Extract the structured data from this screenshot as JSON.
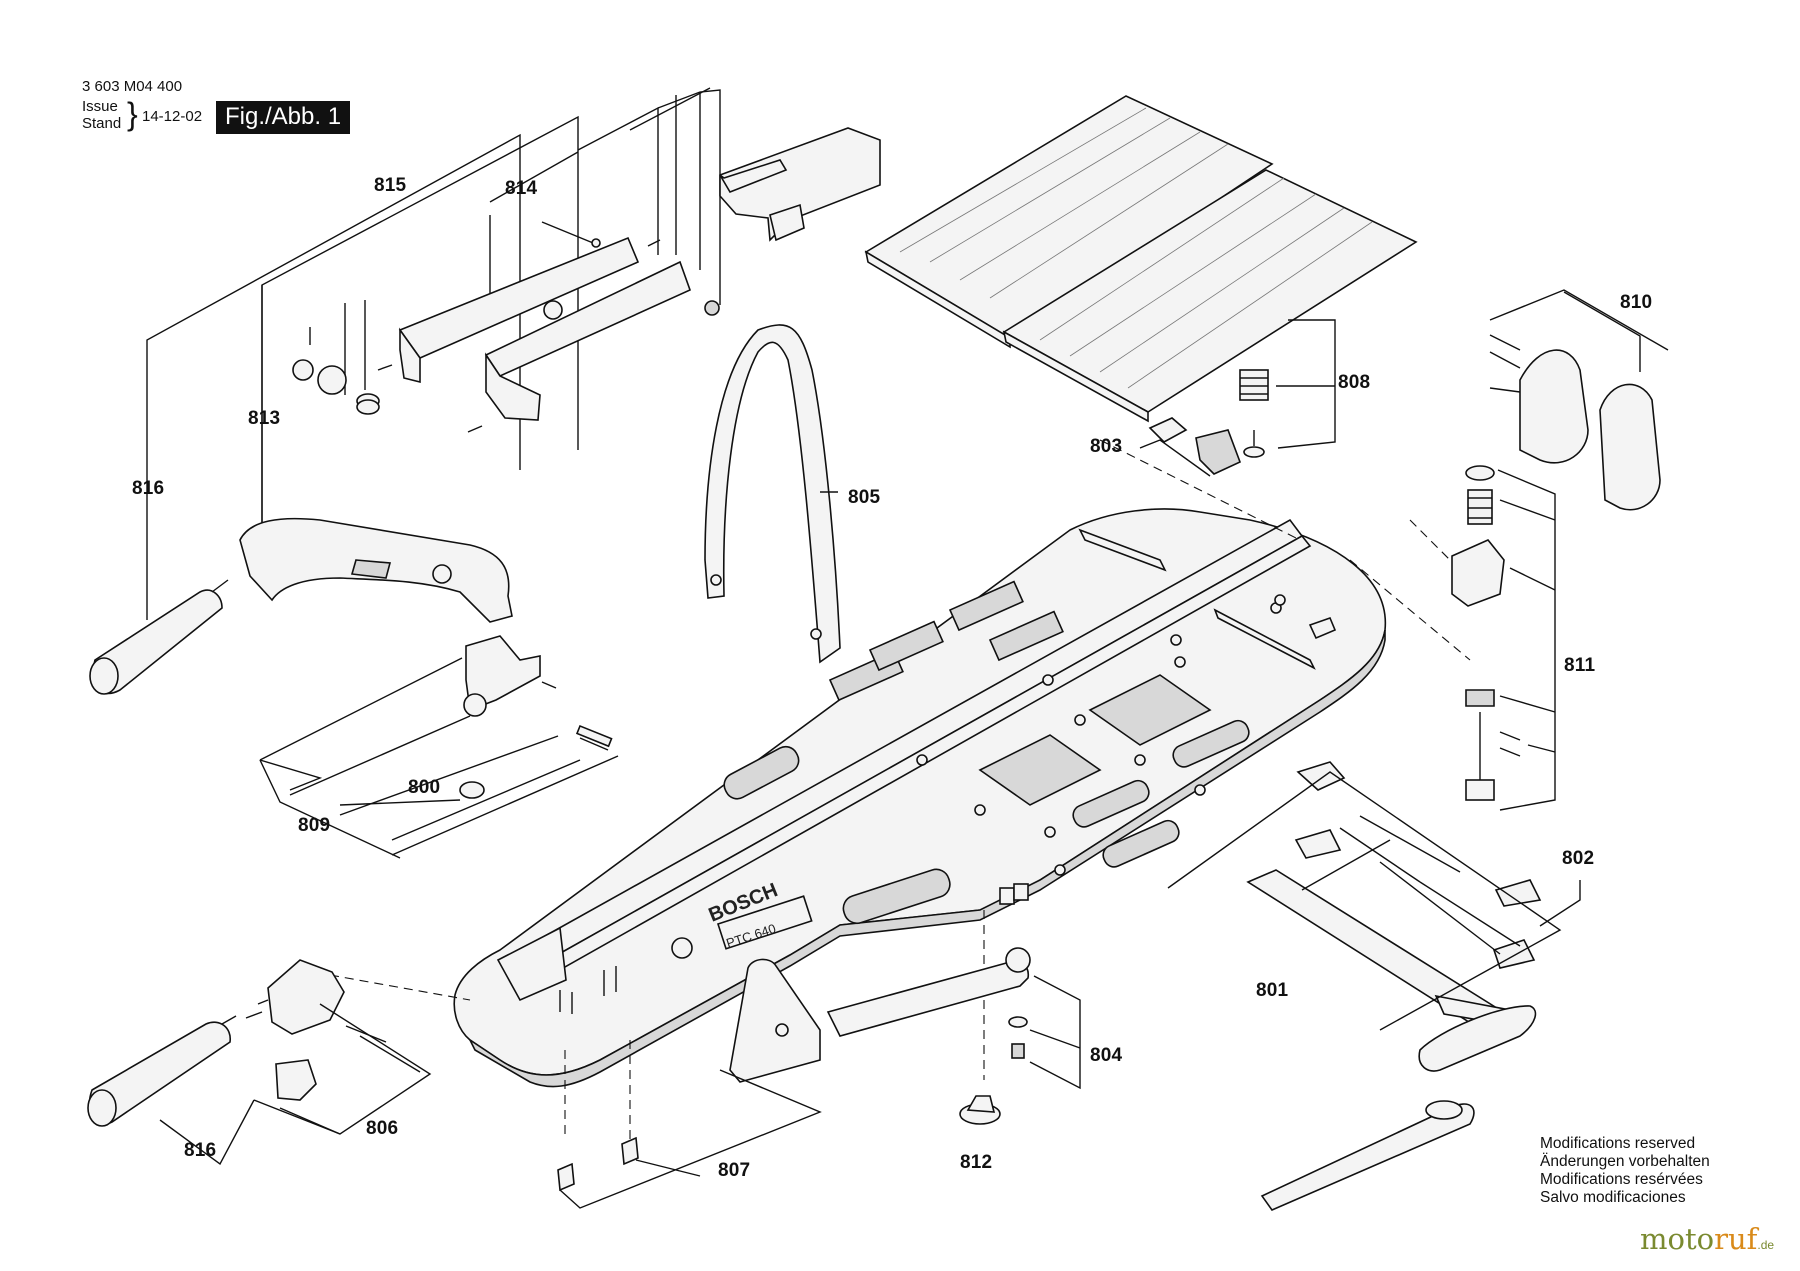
{
  "header": {
    "doc_number": "3 603 M04 400",
    "issue_label": "Issue",
    "stand_label": "Stand",
    "date": "14-12-02",
    "figure_label": "Fig./Abb. 1"
  },
  "callouts": {
    "c800": "800",
    "c801": "801",
    "c802": "802",
    "c803": "803",
    "c804": "804",
    "c805": "805",
    "c806": "806",
    "c807": "807",
    "c808": "808",
    "c809": "809",
    "c810": "810",
    "c811": "811",
    "c812": "812",
    "c813": "813",
    "c814": "814",
    "c815": "815",
    "c816_top": "816",
    "c816_bottom": "816"
  },
  "notes": {
    "en": "Modifications reserved",
    "de": "Änderungen vorbehalten",
    "fr": "Modifications resérvées",
    "es": "Salvo modificaciones"
  },
  "product_labels": {
    "brand": "BOSCH",
    "model": "PTC 640"
  },
  "watermark": {
    "main_a": "moto",
    "main_b": "ruf",
    "tld": ".de"
  }
}
